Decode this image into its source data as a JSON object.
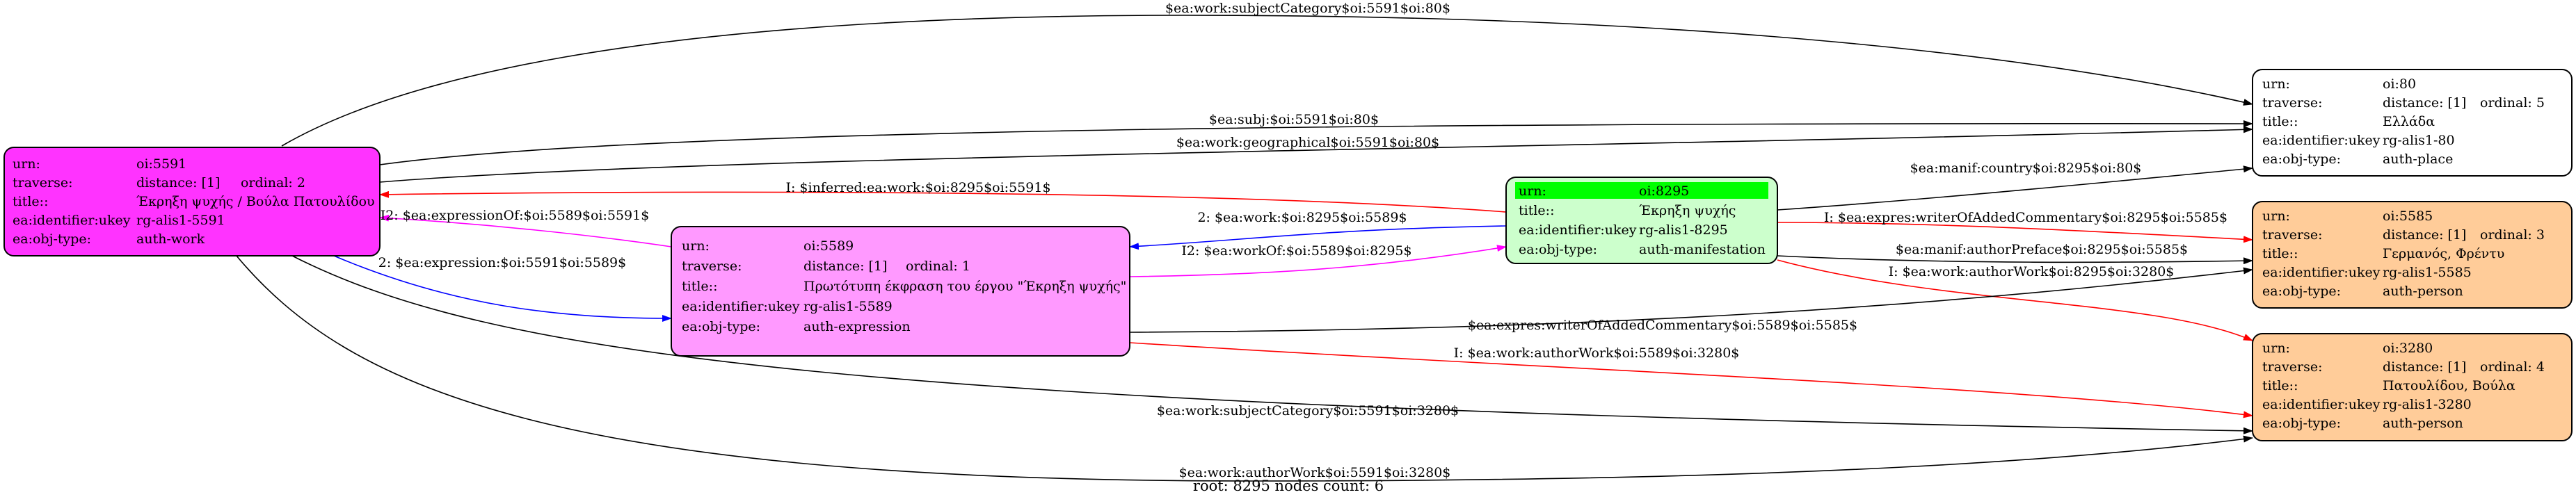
{
  "graph": {
    "footer": "root: 8295 nodes count: 6",
    "nodes": {
      "n5591": {
        "color": "#ff33ff",
        "rows": [
          {
            "key": "urn:",
            "value": "oi:5591",
            "ordinal": ""
          },
          {
            "key": "traverse:",
            "value": "distance: [1]",
            "ordinal": "ordinal: 2"
          },
          {
            "key": "title::",
            "value": "Έκρηξη ψυχής / Βούλα Πατουλίδου",
            "ordinal": ""
          },
          {
            "key": "ea:identifier:ukey",
            "value": "rg-alis1-5591",
            "ordinal": ""
          },
          {
            "key": "ea:obj-type:",
            "value": "auth-work",
            "ordinal": ""
          }
        ]
      },
      "n5589": {
        "color": "#ff99ff",
        "rows": [
          {
            "key": "urn:",
            "value": "oi:5589",
            "ordinal": ""
          },
          {
            "key": "traverse:",
            "value": "distance: [1]",
            "ordinal": "ordinal: 1"
          },
          {
            "key": "title::",
            "value": "Πρωτότυπη έκφραση του έργου \"Έκρηξη ψυχής\"",
            "ordinal": ""
          },
          {
            "key": "ea:identifier:ukey",
            "value": "rg-alis1-5589",
            "ordinal": ""
          },
          {
            "key": "ea:obj-type:",
            "value": "auth-expression",
            "ordinal": ""
          }
        ]
      },
      "n8295": {
        "color": "#ccffcc",
        "highlight": "#00ff00",
        "rows": [
          {
            "key": "urn:",
            "value": "oi:8295",
            "ordinal": ""
          },
          {
            "key": "title::",
            "value": "Έκρηξη ψυχής",
            "ordinal": ""
          },
          {
            "key": "ea:identifier:ukey",
            "value": "rg-alis1-8295",
            "ordinal": ""
          },
          {
            "key": "ea:obj-type:",
            "value": "auth-manifestation",
            "ordinal": ""
          }
        ]
      },
      "n80": {
        "color": "#ffffff",
        "rows": [
          {
            "key": "urn:",
            "value": "oi:80",
            "ordinal": ""
          },
          {
            "key": "traverse:",
            "value": "distance: [1]",
            "ordinal": "ordinal: 5"
          },
          {
            "key": "title::",
            "value": "Ελλάδα",
            "ordinal": ""
          },
          {
            "key": "ea:identifier:ukey",
            "value": "rg-alis1-80",
            "ordinal": ""
          },
          {
            "key": "ea:obj-type:",
            "value": "auth-place",
            "ordinal": ""
          }
        ]
      },
      "n5585": {
        "color": "#ffcc99",
        "rows": [
          {
            "key": "urn:",
            "value": "oi:5585",
            "ordinal": ""
          },
          {
            "key": "traverse:",
            "value": "distance: [1]",
            "ordinal": "ordinal: 3"
          },
          {
            "key": "title::",
            "value": "Γερμανός, Φρέντυ",
            "ordinal": ""
          },
          {
            "key": "ea:identifier:ukey",
            "value": "rg-alis1-5585",
            "ordinal": ""
          },
          {
            "key": "ea:obj-type:",
            "value": "auth-person",
            "ordinal": ""
          }
        ]
      },
      "n3280": {
        "color": "#ffcc99",
        "rows": [
          {
            "key": "urn:",
            "value": "oi:3280",
            "ordinal": ""
          },
          {
            "key": "traverse:",
            "value": "distance: [1]",
            "ordinal": "ordinal: 4"
          },
          {
            "key": "title::",
            "value": "Πατουλίδου, Βούλα",
            "ordinal": ""
          },
          {
            "key": "ea:identifier:ukey",
            "value": "rg-alis1-3280",
            "ordinal": ""
          },
          {
            "key": "ea:obj-type:",
            "value": "auth-person",
            "ordinal": ""
          }
        ]
      }
    },
    "edges": [
      {
        "label": "$ea:work:subjectCategory$oi:5591$oi:80$",
        "color": "#000000"
      },
      {
        "label": "$ea:subj:$oi:5591$oi:80$",
        "color": "#000000"
      },
      {
        "label": "$ea:work:geographical$oi:5591$oi:80$",
        "color": "#000000"
      },
      {
        "label": "I: $inferred:ea:work:$oi:8295$oi:5591$",
        "color": "#ff0000"
      },
      {
        "label": "2: $ea:work:$oi:8295$oi:5589$",
        "color": "#0000ff"
      },
      {
        "label": "I2: $ea:expressionOf:$oi:5589$oi:5591$",
        "color": "#ff00ff"
      },
      {
        "label": "2: $ea:expression:$oi:5591$oi:5589$",
        "color": "#0000ff"
      },
      {
        "label": "I2: $ea:workOf:$oi:5589$oi:8295$",
        "color": "#ff00ff"
      },
      {
        "label": "$ea:manif:country$oi:8295$oi:80$",
        "color": "#000000"
      },
      {
        "label": "I: $ea:expres:writerOfAddedCommentary$oi:8295$oi:5585$",
        "color": "#ff0000"
      },
      {
        "label": "$ea:manif:authorPreface$oi:8295$oi:5585$",
        "color": "#000000"
      },
      {
        "label": "I: $ea:work:authorWork$oi:8295$oi:3280$",
        "color": "#ff0000"
      },
      {
        "label": "$ea:expres:writerOfAddedCommentary$oi:5589$oi:5585$",
        "color": "#000000"
      },
      {
        "label": "I: $ea:work:authorWork$oi:5589$oi:3280$",
        "color": "#ff0000"
      },
      {
        "label": "$ea:work:subjectCategory$oi:5591$oi:3280$",
        "color": "#000000"
      },
      {
        "label": "$ea:work:authorWork$oi:5591$oi:3280$",
        "color": "#000000"
      }
    ]
  }
}
